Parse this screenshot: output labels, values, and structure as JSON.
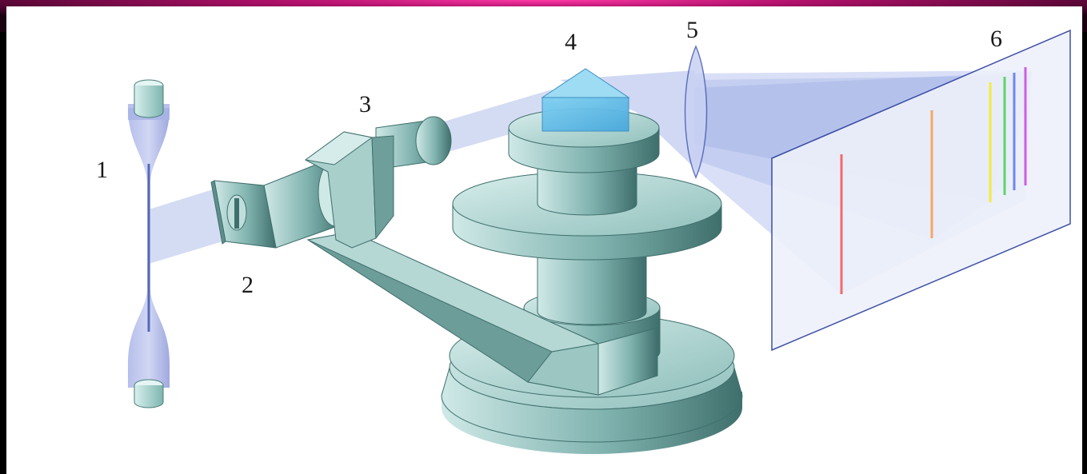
{
  "diagram": {
    "labels": {
      "tube": "1",
      "slit": "2",
      "collimator": "3",
      "prism": "4",
      "lens": "5",
      "screen": "6"
    },
    "spectral_lines": [
      {
        "color": "#f26a6a",
        "name": "red-line"
      },
      {
        "color": "#f3a865",
        "name": "orange-line"
      },
      {
        "color": "#f2ec3a",
        "name": "yellow-line"
      },
      {
        "color": "#5fd36a",
        "name": "green-line"
      },
      {
        "color": "#6f86f0",
        "name": "blue-line"
      },
      {
        "color": "#cc5ee8",
        "name": "violet-line"
      }
    ]
  }
}
